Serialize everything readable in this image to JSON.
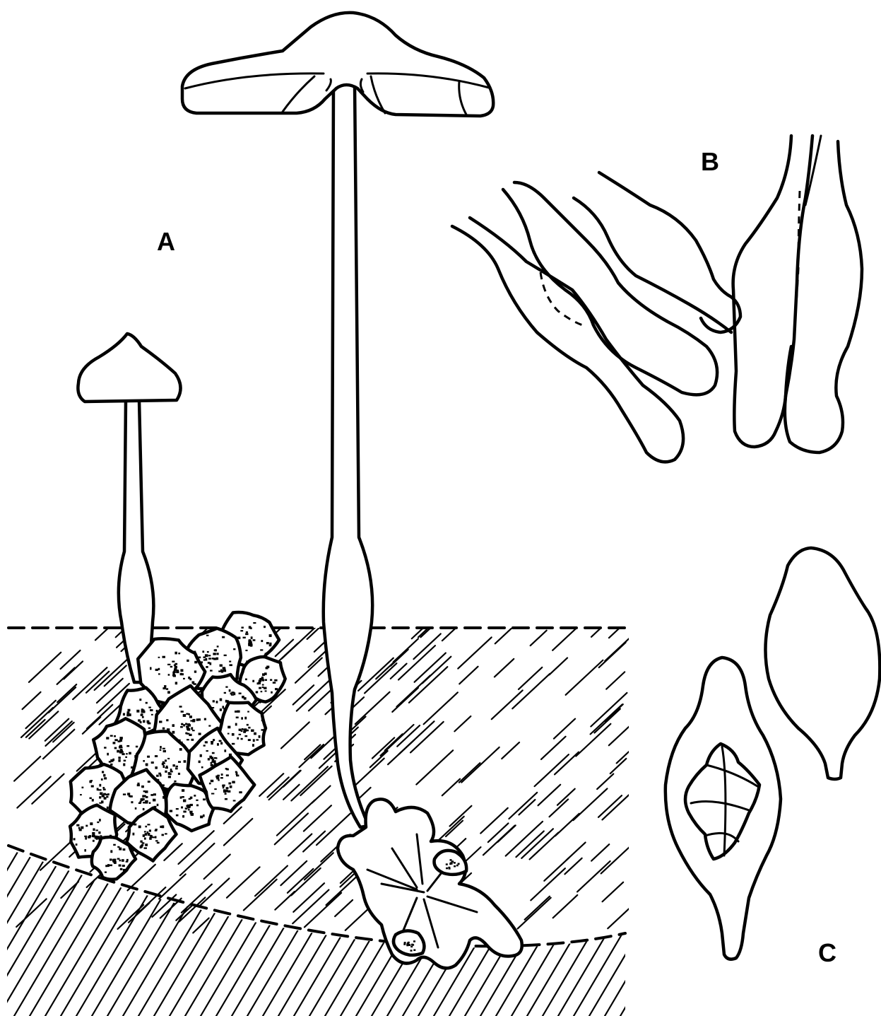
{
  "labels": {
    "panel_a": "A",
    "panel_b": "B",
    "panel_c": "C"
  },
  "colors": {
    "ink": "#000000",
    "paper": "#ffffff"
  }
}
